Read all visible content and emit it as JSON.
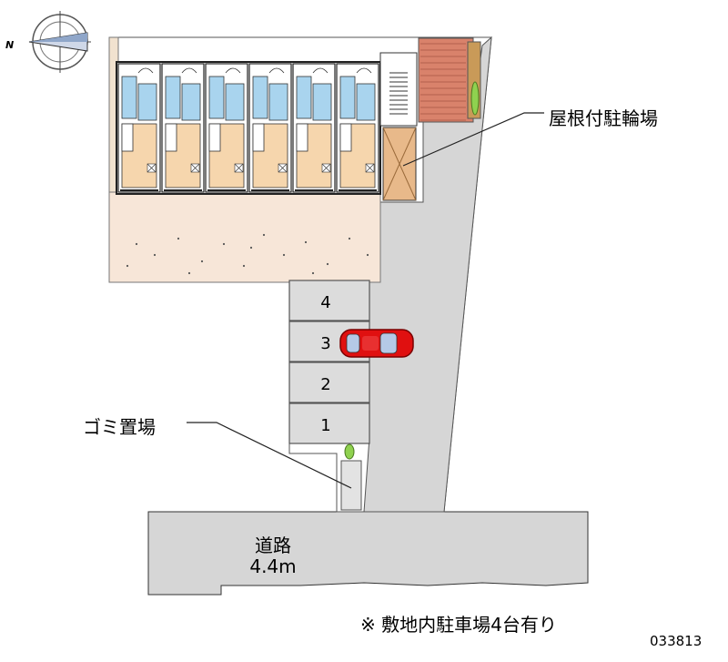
{
  "compass": {
    "north_label": "N"
  },
  "labels": {
    "bicycle_parking": "屋根付駐輪場",
    "garbage": "ゴミ置場",
    "road_name": "道路",
    "road_width": "4.4m",
    "note": "※ 敷地内駐車場4台有り",
    "property_code": "033813"
  },
  "parking_spaces": [
    {
      "number": "4"
    },
    {
      "number": "3"
    },
    {
      "number": "2"
    },
    {
      "number": "1"
    }
  ],
  "occupied_space": "3",
  "units_per_floor": 6,
  "colors": {
    "building_fill": "#f6d6ad",
    "wet_area": "#a9d4ee",
    "yard": "#f7e6d8",
    "driveway": "#d6d6d6",
    "road": "#d6d6d6",
    "parking": "#dcdcdc",
    "bicycle_roof": "#e8b98a",
    "brick": "#d9826b",
    "car": "#e01010",
    "plant": "#8fd14f"
  }
}
